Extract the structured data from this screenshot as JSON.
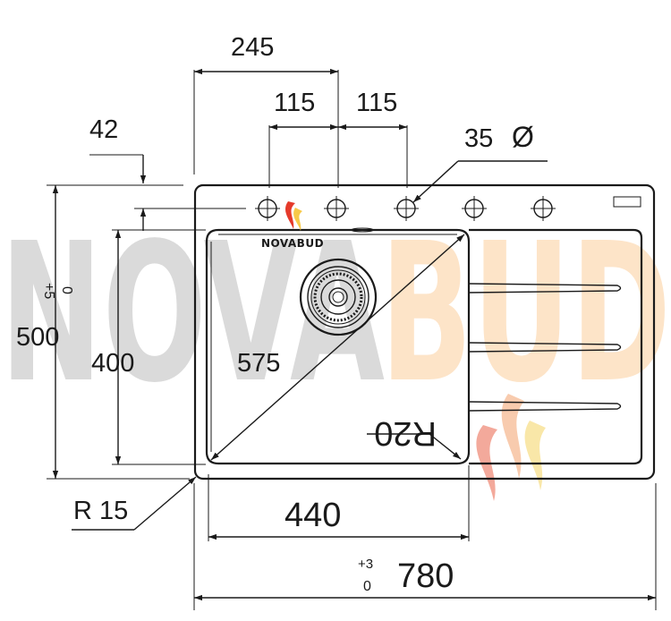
{
  "watermark": {
    "text_left": "NOVA",
    "text_right": "BUD",
    "logo_text": "NOVABUD"
  },
  "dimensions": {
    "overall_width": "780",
    "overall_tol_top": "+3",
    "overall_tol_bottom": "0",
    "bowl_width": "440",
    "height": "500",
    "height_tol_top": "0",
    "height_tol_bottom": "+5",
    "bowl_height": "400",
    "diagonal": "575",
    "corner_radius_bowl": "R20",
    "corner_radius_outer": "R 15",
    "hole_offset_long": "245",
    "hole_spacing_a": "115",
    "hole_spacing_b": "115",
    "edge_offset": "42",
    "hole_diameter": "35",
    "diameter_symbol": "Ø"
  },
  "colors": {
    "line": "#1a1a1a",
    "watermark_grey": "#d9d9d9",
    "watermark_orange": "#fde3c6",
    "flame_red": "#e53a2a",
    "flame_yellow": "#f7c948"
  }
}
